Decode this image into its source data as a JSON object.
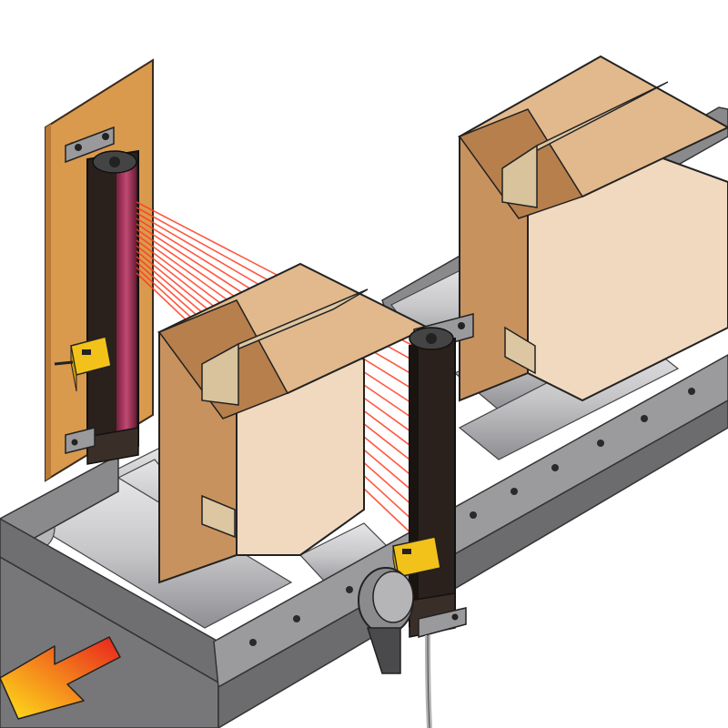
{
  "scene": {
    "subject": "light-curtain",
    "colors": {
      "background": "#ffffff",
      "panel": "#d99a4e",
      "panel_dark": "#b87a36",
      "box_front": "#c8925e",
      "box_side": "#f1d9bf",
      "box_top": "#e2b98c",
      "tape": "#dcc7a2",
      "conveyor_frame": "#7d7d80",
      "conveyor_frame_dark": "#5b5b5e",
      "roller": "#c9c9cc",
      "roller_dark": "#9a9a9d",
      "curtain_body": "#2a211c",
      "curtain_window": "#b0355e",
      "beam": "#ff3b1f",
      "sensor_yellow": "#f2c21a",
      "arrow_start": "#ffe31a",
      "arrow_end": "#e8221e"
    },
    "beam_count": 14,
    "direction": "down-left"
  }
}
